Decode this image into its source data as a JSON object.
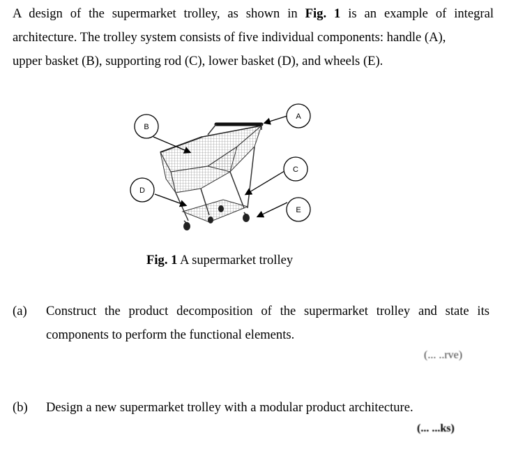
{
  "intro": {
    "line1_pre": "A design of the supermarket trolley, as shown in ",
    "line1_bold": "Fig. 1",
    "line1_post": " is an example of integral",
    "line2": "architecture.  The trolley system consists of five individual components: handle (A),",
    "line3": "upper basket (B), supporting rod (C), lower basket (D), and wheels (E)."
  },
  "figure": {
    "callouts": [
      "A",
      "B",
      "C",
      "D",
      "E"
    ],
    "caption_bold": "Fig. 1",
    "caption_text": " A supermarket trolley"
  },
  "questions": [
    {
      "label": "(a)",
      "line1": "Construct the product decomposition of the supermarket trolley and state its",
      "line2": "components to perform the functional elements.",
      "marks": "(...  ..rve)"
    },
    {
      "label": "(b)",
      "line1": "Design a new supermarket trolley with a modular product architecture.",
      "marks": "(... ...ks)"
    }
  ]
}
